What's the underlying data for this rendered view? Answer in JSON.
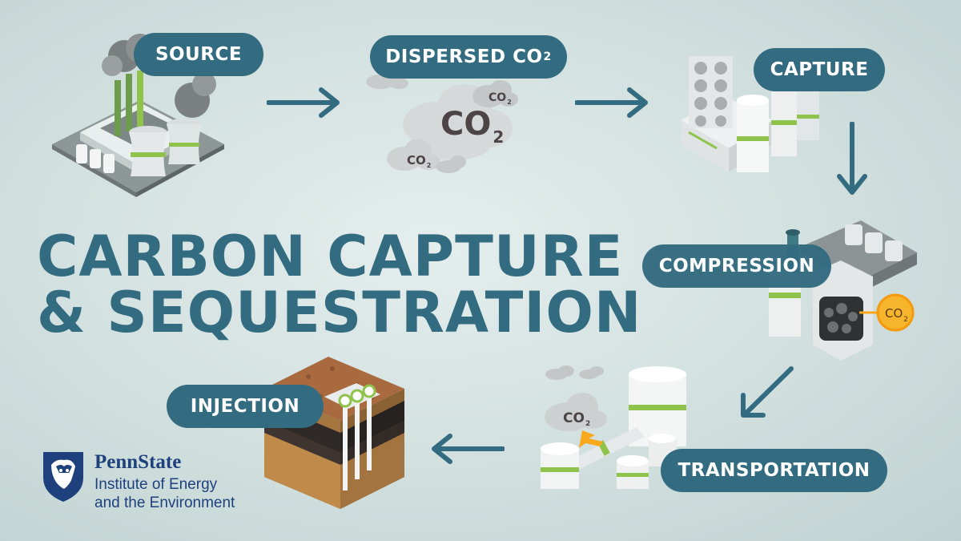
{
  "title": {
    "line1": "CARBON CAPTURE",
    "line2": "& SEQUESTRATION"
  },
  "steps": [
    {
      "label": "SOURCE"
    },
    {
      "label": "DISPERSED CO",
      "sub": "2"
    },
    {
      "label": "CAPTURE"
    },
    {
      "label": "COMPRESSION"
    },
    {
      "label": "TRANSPORTATION"
    },
    {
      "label": "INJECTION"
    }
  ],
  "illustration_text": {
    "co2_big": "CO",
    "co2_big_sub": "2",
    "co2_small": "CO",
    "co2_small_sub": "2",
    "badge": "CO",
    "badge_sub": "2"
  },
  "brand": {
    "name": "PennState",
    "line1": "Institute of Energy",
    "line2": "and the Environment"
  },
  "colors": {
    "accent": "#336b80",
    "navy": "#1e407c",
    "green": "#8fc34b",
    "badge": "#f7a81b"
  }
}
